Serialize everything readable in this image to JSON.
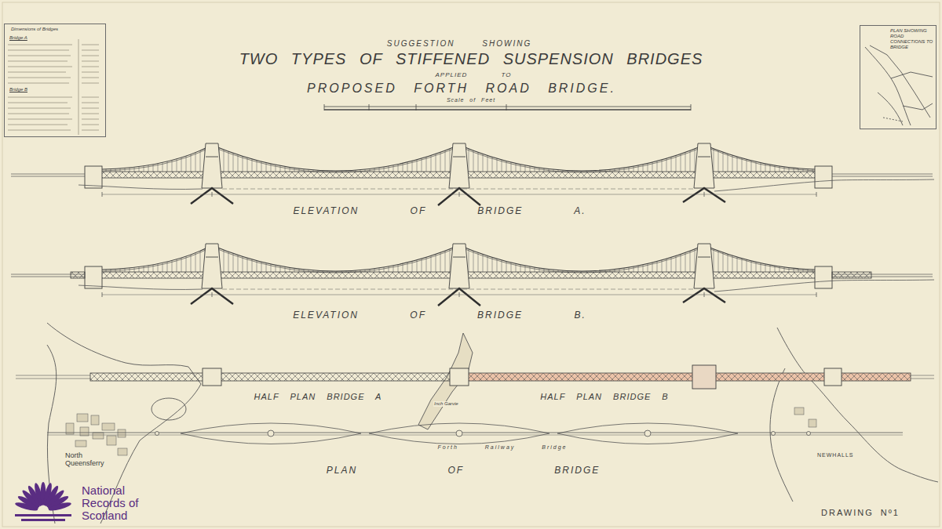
{
  "diagram": {
    "title": "TWO TYPES OF STIFFENED SUSPENSION BRIDGES",
    "nodes": [
      {
        "text": [
          "Dimensions of Bridges",
          "Bridge A",
          "Bridge B"
        ]
      },
      {
        "text": [
          "PLAN SHOWING ROAD CONNECTIONS TO BRIDGE"
        ]
      }
    ],
    "labels": [
      "SUGGESTION SHOWING",
      "APPLIED TO",
      "PROPOSED FORTH ROAD BRIDGE.",
      "Scale of Feet",
      "ELEVATION OF BRIDGE A.",
      "ELEVATION OF BRIDGE B.",
      "HALF PLAN BRIDGE A",
      "HALF PLAN BRIDGE B",
      "PLAN OF BRIDGE",
      "North Queensferry",
      "NEWHALLS",
      "Forth Railway Bridge",
      "Inch Garvie",
      "DRAWING Nº1",
      "National Records of Scotland"
    ]
  }
}
